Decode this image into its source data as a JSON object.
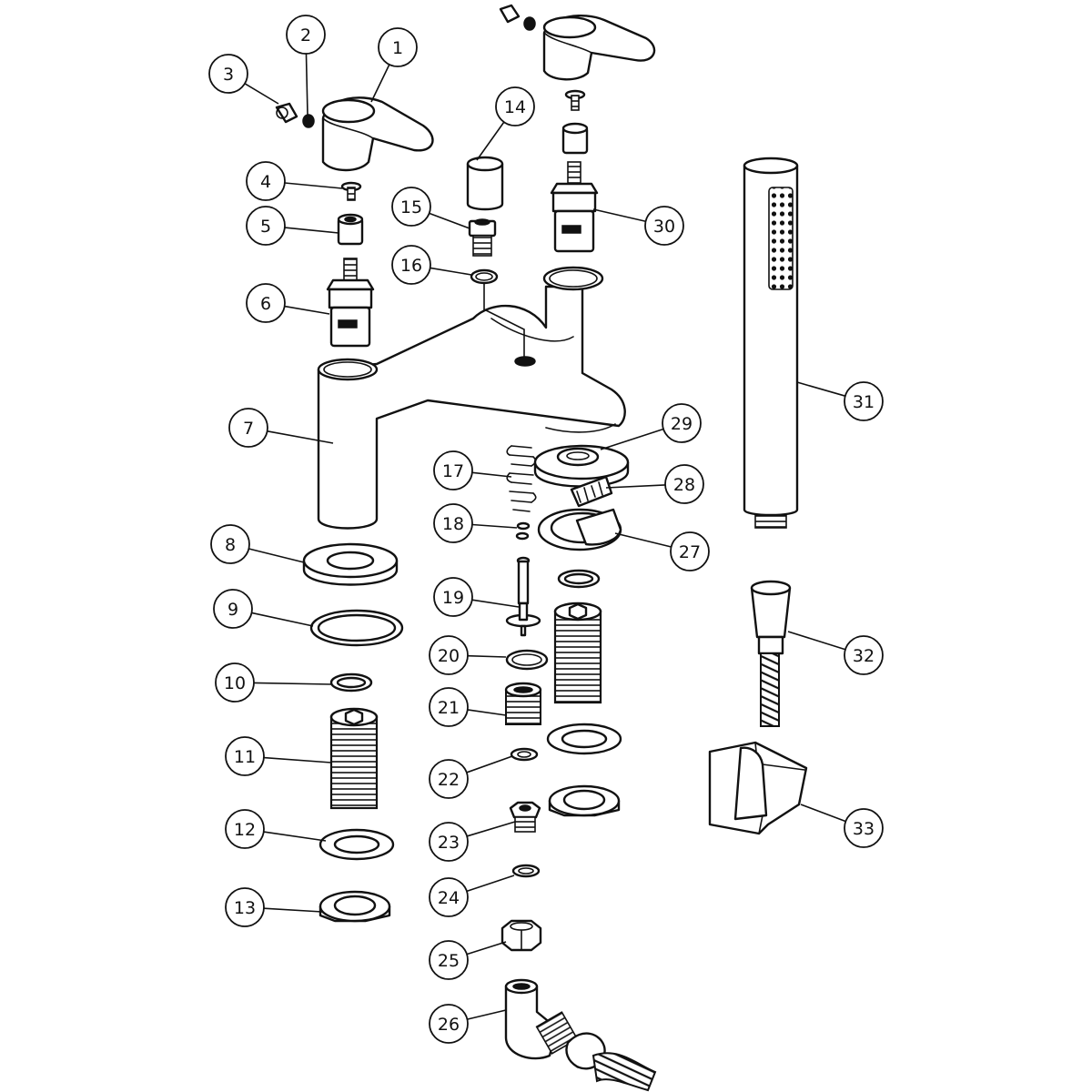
{
  "callouts": [
    {
      "id": "1",
      "label": "1"
    },
    {
      "id": "2",
      "label": "2"
    },
    {
      "id": "3",
      "label": "3"
    },
    {
      "id": "4",
      "label": "4"
    },
    {
      "id": "5",
      "label": "5"
    },
    {
      "id": "6",
      "label": "6"
    },
    {
      "id": "7",
      "label": "7"
    },
    {
      "id": "8",
      "label": "8"
    },
    {
      "id": "9",
      "label": "9"
    },
    {
      "id": "10",
      "label": "10"
    },
    {
      "id": "11",
      "label": "11"
    },
    {
      "id": "12",
      "label": "12"
    },
    {
      "id": "13",
      "label": "13"
    },
    {
      "id": "14",
      "label": "14"
    },
    {
      "id": "15",
      "label": "15"
    },
    {
      "id": "16",
      "label": "16"
    },
    {
      "id": "17",
      "label": "17"
    },
    {
      "id": "18",
      "label": "18"
    },
    {
      "id": "19",
      "label": "19"
    },
    {
      "id": "20",
      "label": "20"
    },
    {
      "id": "21",
      "label": "21"
    },
    {
      "id": "22",
      "label": "22"
    },
    {
      "id": "23",
      "label": "23"
    },
    {
      "id": "24",
      "label": "24"
    },
    {
      "id": "25",
      "label": "25"
    },
    {
      "id": "26",
      "label": "26"
    },
    {
      "id": "27",
      "label": "27"
    },
    {
      "id": "28",
      "label": "28"
    },
    {
      "id": "29",
      "label": "29"
    },
    {
      "id": "30",
      "label": "30"
    },
    {
      "id": "31",
      "label": "31"
    },
    {
      "id": "32",
      "label": "32"
    },
    {
      "id": "33",
      "label": "33"
    }
  ],
  "colors": {
    "line": "#111111",
    "background": "#ffffff"
  }
}
